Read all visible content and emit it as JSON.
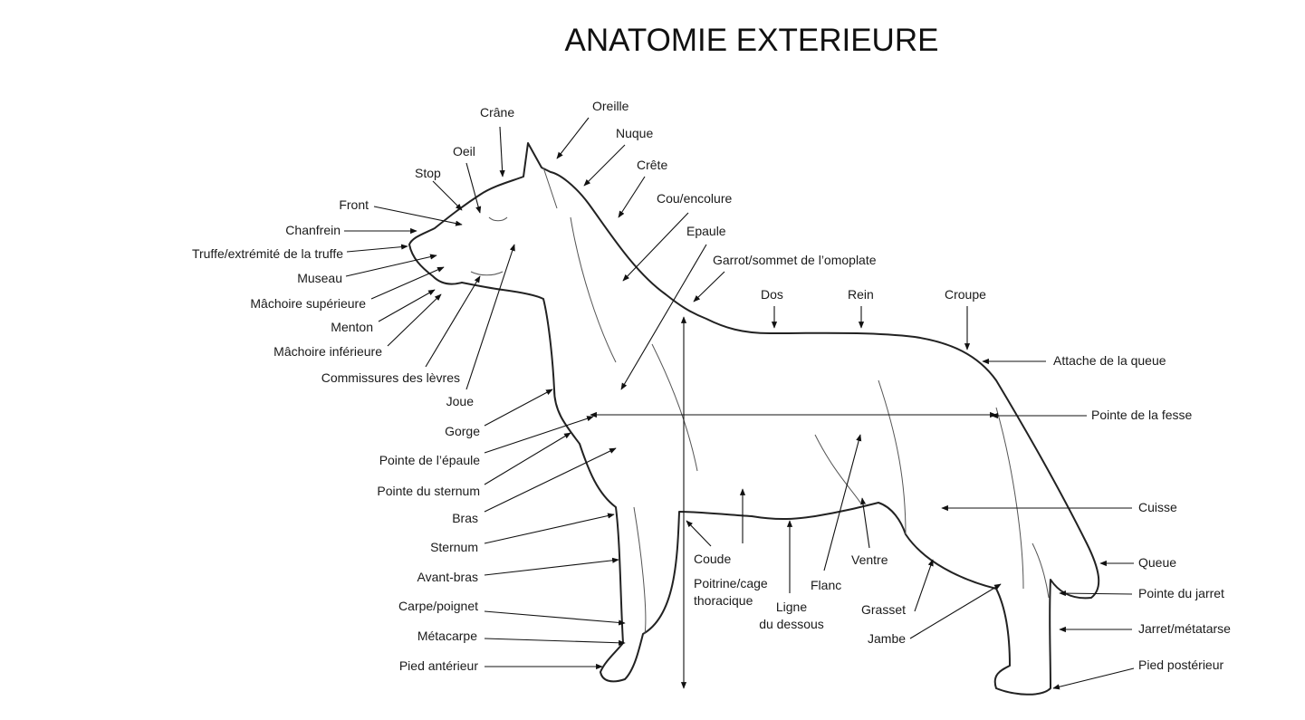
{
  "title": "ANATOMIE EXTERIEURE",
  "labels": {
    "crane": "Crâne",
    "oreille": "Oreille",
    "oeil": "Oeil",
    "nuque": "Nuque",
    "stop": "Stop",
    "crete": "Crête",
    "front": "Front",
    "cou": "Cou/encolure",
    "chanfrein": "Chanfrein",
    "epaule": "Epaule",
    "truffe": "Truffe/extrémité de la truffe",
    "garrot": "Garrot/sommet de l’omoplate",
    "museau": "Museau",
    "machoire_sup": "Mâchoire supérieure",
    "dos": "Dos",
    "rein": "Rein",
    "croupe": "Croupe",
    "menton": "Menton",
    "machoire_inf": "Mâchoire inférieure",
    "attache_queue": "Attache de la queue",
    "commissures": "Commissures des lèvres",
    "joue": "Joue",
    "pointe_fesse": "Pointe de la fesse",
    "gorge": "Gorge",
    "pointe_epaule": "Pointe de l’épaule",
    "pointe_sternum": "Pointe du sternum",
    "bras": "Bras",
    "cuisse": "Cuisse",
    "sternum": "Sternum",
    "coude": "Coude",
    "poitrine_1": "Poitrine/cage",
    "poitrine_2": "thoracique",
    "ventre": "Ventre",
    "flanc": "Flanc",
    "queue": "Queue",
    "avant_bras": "Avant-bras",
    "ligne_1": "Ligne",
    "ligne_2": "du dessous",
    "grasset": "Grasset",
    "pointe_jarret": "Pointe du jarret",
    "carpe": "Carpe/poignet",
    "jarret": "Jarret/métatarse",
    "metacarpe": "Métacarpe",
    "jambe": "Jambe",
    "pied_ant": "Pied antérieur",
    "pied_post": "Pied postérieur"
  }
}
